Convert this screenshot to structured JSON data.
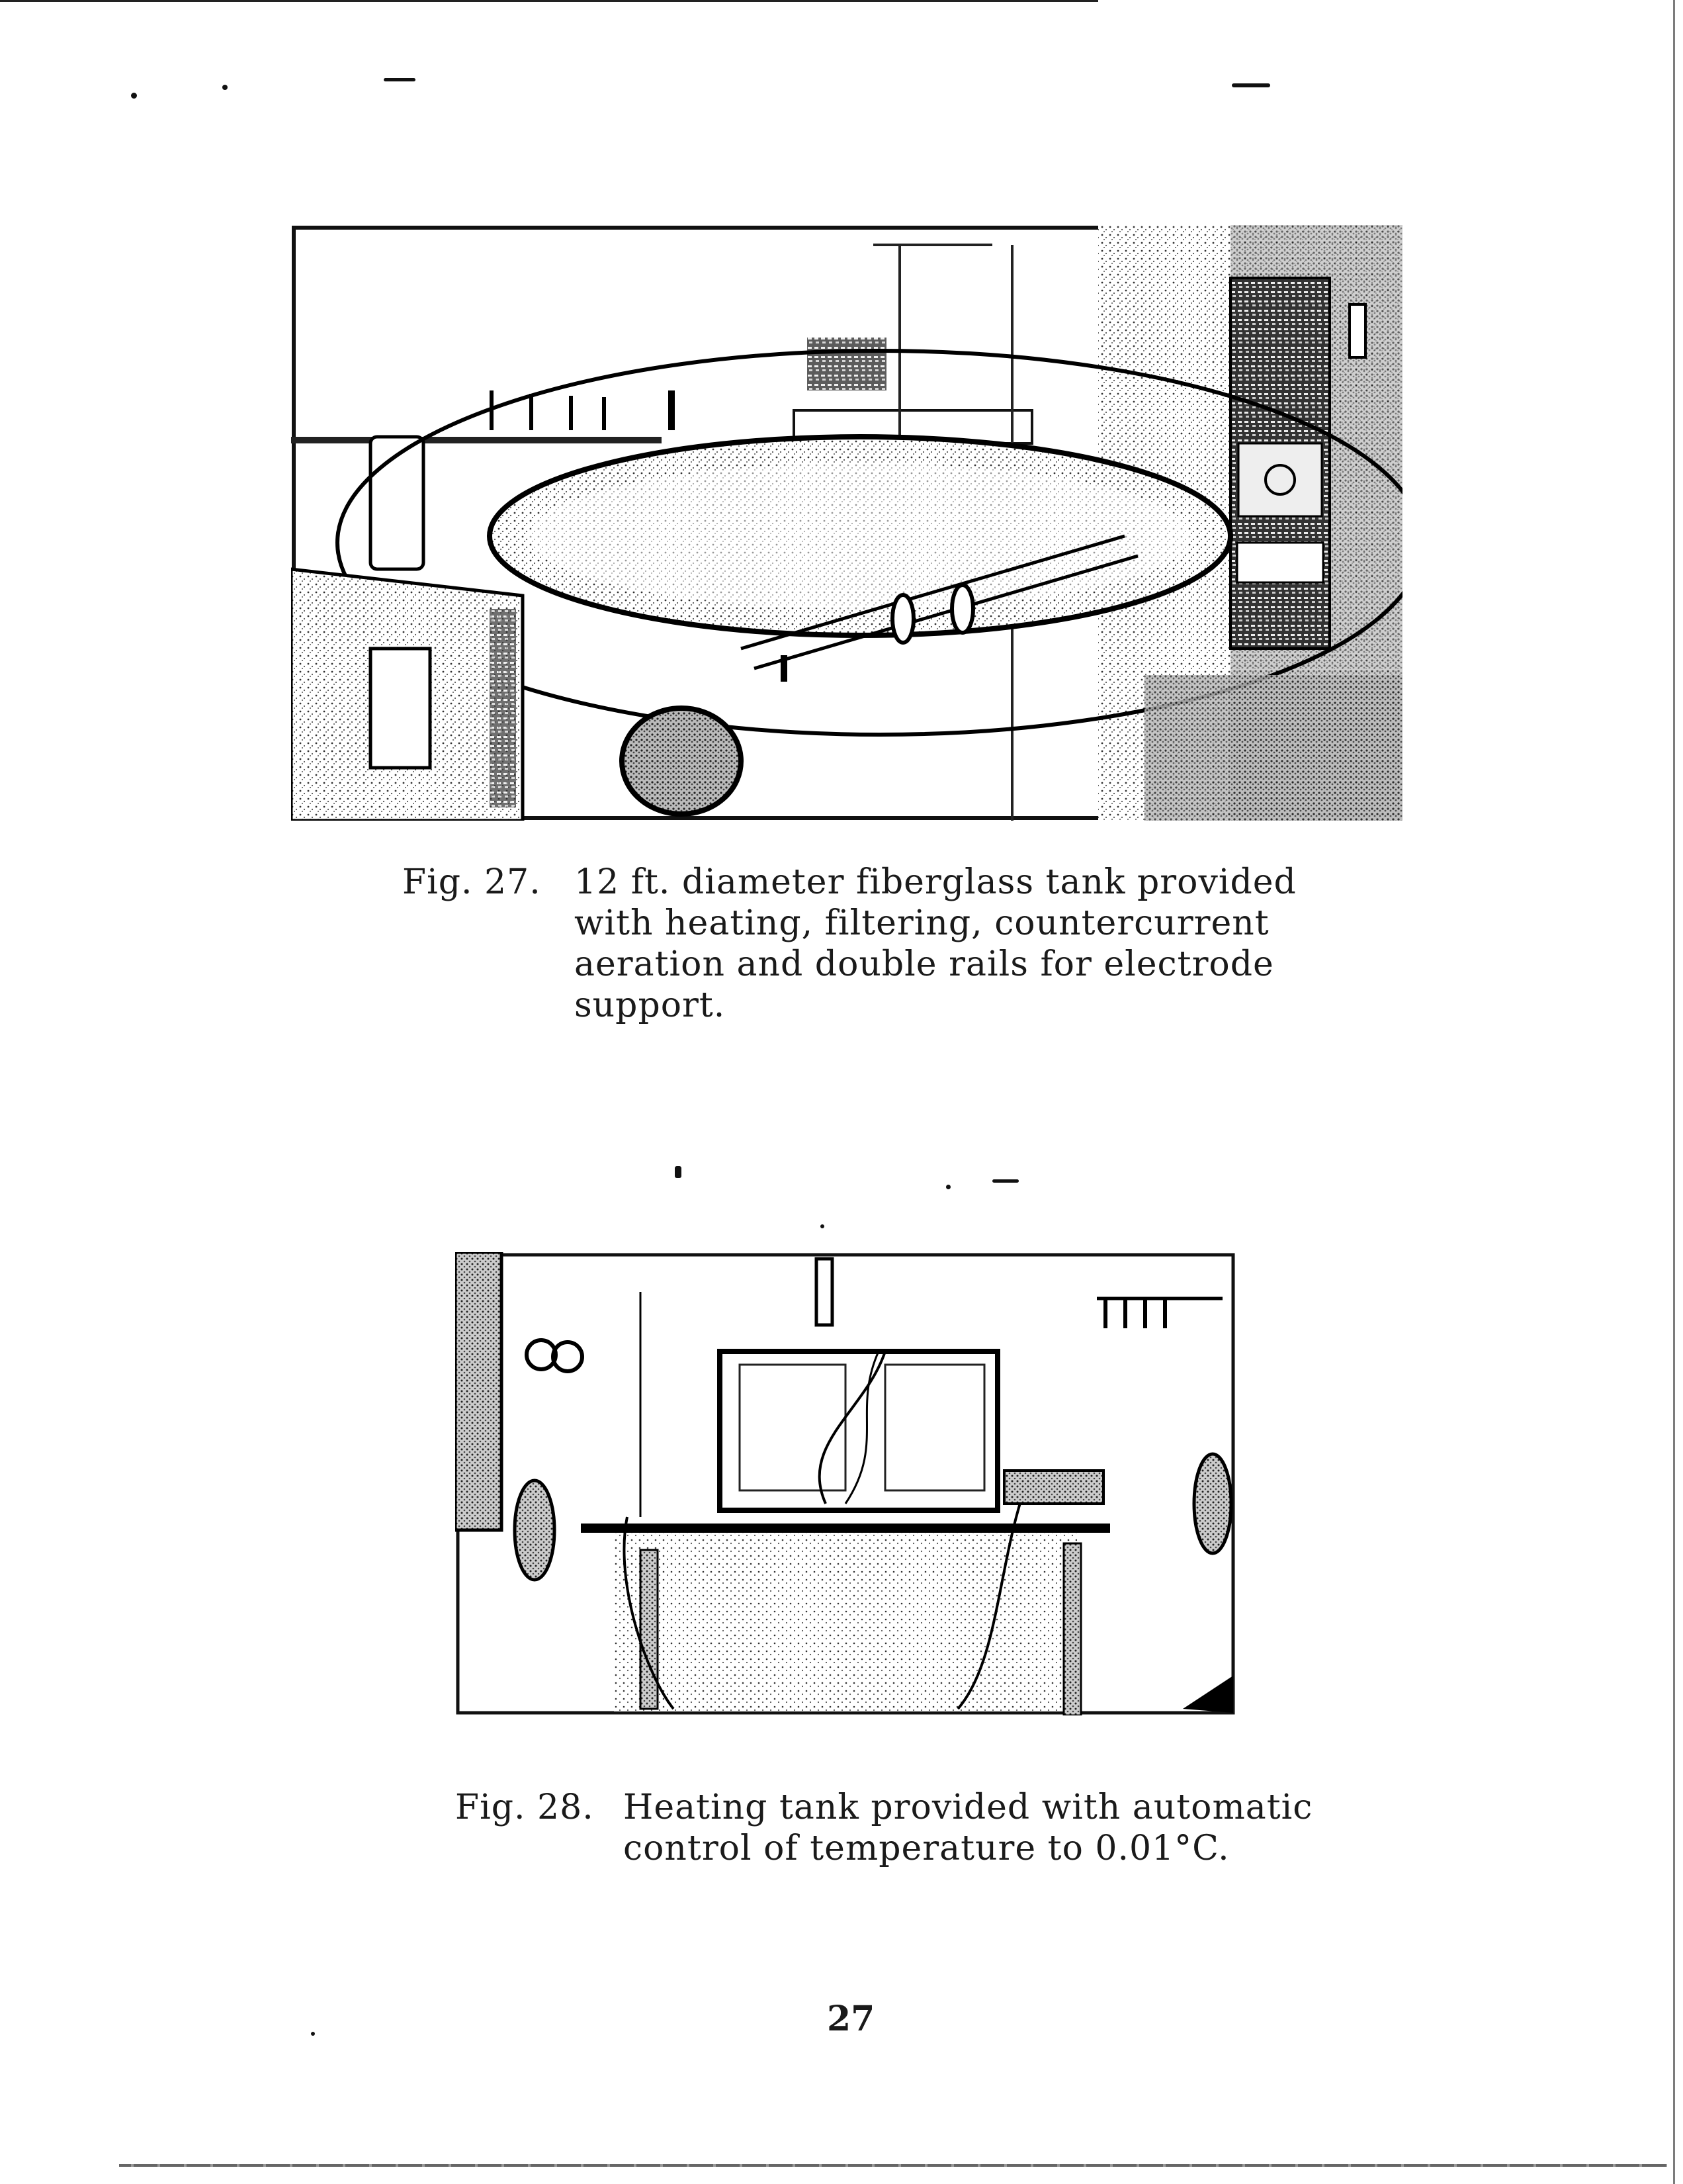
{
  "figures": [
    {
      "label": "Fig. 27.",
      "caption_lines": [
        "12 ft. diameter fiberglass tank provided",
        "with heating, filtering, countercurrent",
        "aeration and double rails for electrode",
        "support."
      ]
    },
    {
      "label": "Fig. 28.",
      "caption_lines": [
        "Heating tank provided with automatic",
        "control of temperature to 0.01°C."
      ]
    }
  ],
  "page_number": "27"
}
